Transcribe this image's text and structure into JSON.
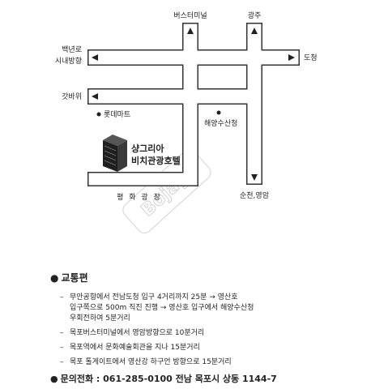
{
  "map": {
    "labels": {
      "bus_terminal": "버스터미널",
      "gwangju": "광주",
      "baengnyeonno": "백년로",
      "to_downtown": "시내방향",
      "docheong": "도청",
      "gatbawi": "갓바위",
      "lotte_mart": "롯데마트",
      "maritime_office": "해양수산청",
      "hotel_line1": "샹그리아",
      "hotel_line2": "비치관광호텔",
      "plaza": "평 화 광 장",
      "suncheon": "순천,영암"
    },
    "watermark": "Bojagi",
    "colors": {
      "road": "#ffffff",
      "outline": "#333333",
      "building": "#2a2a2a"
    }
  },
  "transport": {
    "heading": "교통편",
    "items": [
      [
        "무안공항에서 전남도청 입구 4거리까지 25분 → 영산호",
        "입구쪽으로 500m 직진 진행 → 영산호 입구에서 해양수산청",
        "우회전하여 5분거리"
      ],
      [
        "목포버스터미널에서 영암방향으로 10분거리"
      ],
      [
        "목포역에서 문화예술회관을 지나 15분거리"
      ],
      [
        "목포 톨게이트에서 영산강 하구언 방향으로 15분거리"
      ]
    ]
  },
  "contact": {
    "text": "문의전화 : 061-285-0100 전남 목포시 상동 1144-7"
  }
}
